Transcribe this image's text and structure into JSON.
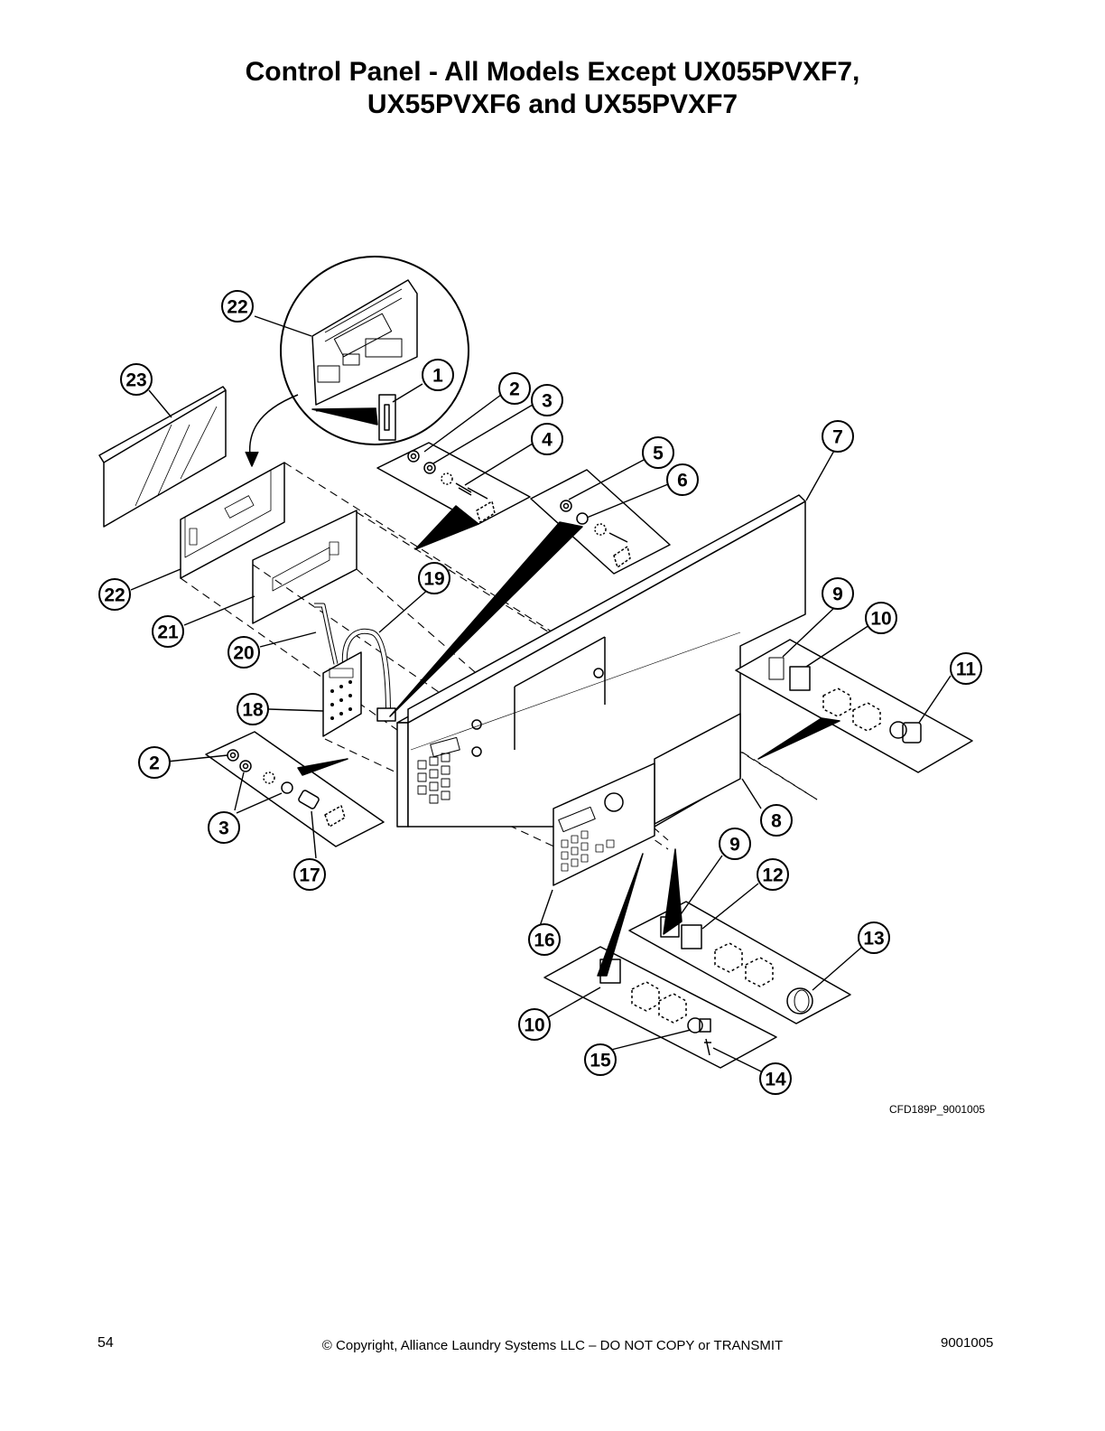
{
  "title": {
    "line1": "Control Panel - All Models Except UX055PVXF7,",
    "line2": "UX55PVXF6 and UX55PVXF7"
  },
  "callouts": [
    "1",
    "2",
    "3",
    "4",
    "5",
    "6",
    "7",
    "8",
    "9",
    "10",
    "11",
    "12",
    "13",
    "14",
    "15",
    "16",
    "17",
    "18",
    "19",
    "20",
    "21",
    "22",
    "23"
  ],
  "figure_ref": "CFD189P_9001005",
  "footer": {
    "page_number": "54",
    "copyright": "© Copyright, Alliance Laundry Systems LLC – DO NOT COPY or TRANSMIT",
    "doc_number": "9001005"
  }
}
